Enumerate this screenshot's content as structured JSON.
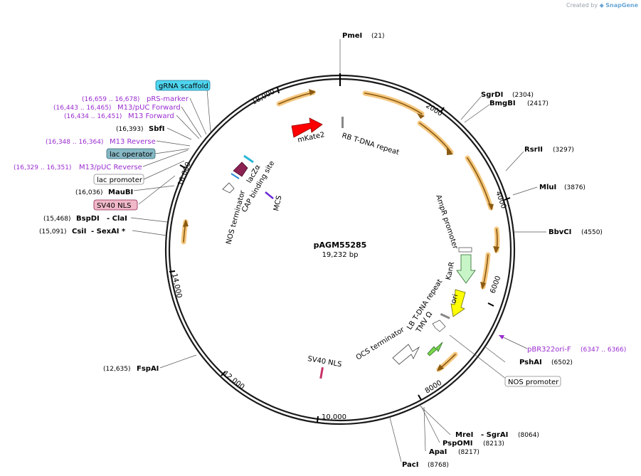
{
  "credit": {
    "prefix": "Created by",
    "brand": "SnapGene"
  },
  "plasmid": {
    "name": "pAGM55285",
    "length_label": "19,232 bp"
  },
  "ticks": [
    "2000",
    "4000",
    "6000",
    "8000",
    "10,000",
    "12,000",
    "14,000",
    "16,000",
    "18,000"
  ],
  "sites": [
    {
      "name": "PmeI",
      "coord": "(21)"
    },
    {
      "name": "SgrDI",
      "coord": "(2304)"
    },
    {
      "name": "BmgBI",
      "coord": "(2417)"
    },
    {
      "name": "RsrII",
      "coord": "(3297)"
    },
    {
      "name": "MluI",
      "coord": "(3876)"
    },
    {
      "name": "BbvCI",
      "coord": "(4550)"
    },
    {
      "name": "PshAI",
      "coord": "(6502)"
    },
    {
      "name": "MreI",
      "extra": "- SgrAI",
      "coord": "(8064)"
    },
    {
      "name": "PspOMI",
      "coord": "(8213)"
    },
    {
      "name": "ApaI",
      "coord": "(8217)"
    },
    {
      "name": "PacI",
      "coord": "(8768)"
    },
    {
      "name": "FspAI",
      "coord": "(12,635)"
    },
    {
      "name": "CsiI",
      "extra": "- SexAI *",
      "coord": "(15,091)"
    },
    {
      "name": "BspDI",
      "extra": "- ClaI",
      "coord": "(15,468)"
    },
    {
      "name": "MauBI",
      "coord": "(16,036)"
    },
    {
      "name": "SbfI",
      "coord": "(16,393)"
    }
  ],
  "primers": [
    {
      "name": "pRS-marker",
      "coord": "(16,659 .. 16,678)"
    },
    {
      "name": "M13/pUC Forward",
      "coord": "(16,443 .. 16,465)"
    },
    {
      "name": "M13 Forward",
      "coord": "(16,434 .. 16,451)"
    },
    {
      "name": "M13 Reverse",
      "coord": "(16,348 .. 16,364)"
    },
    {
      "name": "M13/pUC Reverse",
      "coord": "(16,329 .. 16,351)"
    },
    {
      "name": "pBR322ori-F",
      "coord": "(6347 .. 6366)"
    }
  ],
  "boxed_labels": {
    "grna": "gRNA scaffold",
    "lac_operator": "lac operator",
    "lac_promoter": "lac promoter",
    "sv40_nls": "SV40 NLS",
    "nos_promoter": "NOS promoter"
  },
  "features": {
    "mkate2": "mKate2",
    "rb_tdna": "RB T-DNA repeat",
    "ampr_promoter": "AmpR promoter",
    "kanr": "KanR",
    "ori": "ori",
    "lb_tdna": "LB T-DNA repeat",
    "tmv": "TMV Ω",
    "ocs_term": "OCS terminator",
    "sv40_nls_inner": "SV40 NLS",
    "lacz": "lacZα",
    "cap": "CAP binding site",
    "nos_term": "NOS terminator",
    "mcs": "MCS"
  },
  "colors": {
    "backbone": "#1a1a1a",
    "orf_arrow": "#f5c77e",
    "mkate2": "#ff0000",
    "kanr": "#c8f5c8",
    "ori": "#ffff00",
    "lacz": "#8b2252",
    "primer": "#9a2dd0",
    "grna_box": "#4fd6f0",
    "lac_op_box": "#86b8c4",
    "sv40_box": "#f0b8c8"
  }
}
